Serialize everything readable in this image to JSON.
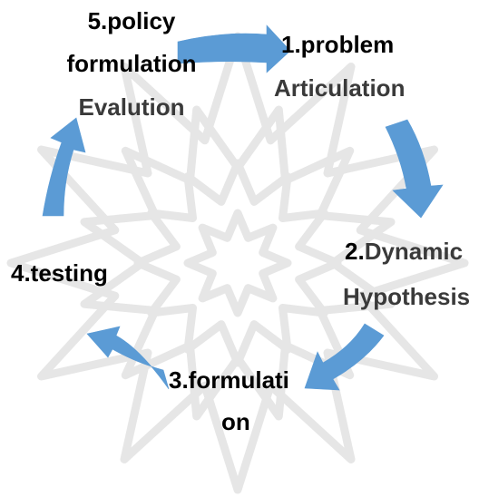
{
  "diagram": {
    "steps": [
      {
        "id": "step1",
        "number": "1.",
        "lines": [
          "1.problem",
          "Articulation"
        ]
      },
      {
        "id": "step2",
        "number": "2.",
        "lines": [
          "Dynamic",
          "Hypothesis"
        ]
      },
      {
        "id": "step3",
        "number": "3.",
        "lines": [
          "3.formulati",
          "on"
        ]
      },
      {
        "id": "step4",
        "number": "4.",
        "lines": [
          "4.testing"
        ]
      },
      {
        "id": "step5",
        "number": "5.",
        "lines": [
          "5.policy",
          "formulation",
          "Evalution"
        ]
      }
    ],
    "colors": {
      "arrow": "#5b9bd5",
      "text": "#000000",
      "watermark": "#e6e6e6"
    },
    "icons": {
      "arrow": "curved-arrow-icon",
      "watermark": "star-ornament-icon"
    },
    "flow": "clockwise-cycle"
  }
}
